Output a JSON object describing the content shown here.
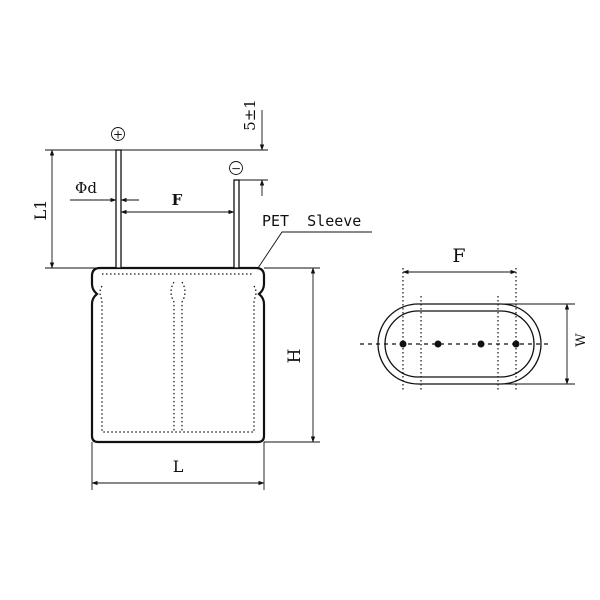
{
  "side_view": {
    "positive_symbol": "+",
    "negative_symbol": "−",
    "label_lead_offset": "5±1",
    "label_lead_length": "L1",
    "label_lead_diameter": "Φd",
    "label_lead_spacing": "F",
    "label_sleeve": "PET  Sleeve",
    "label_height": "H",
    "label_length": "L"
  },
  "bottom_view": {
    "label_spacing": "F",
    "label_width": "W"
  }
}
